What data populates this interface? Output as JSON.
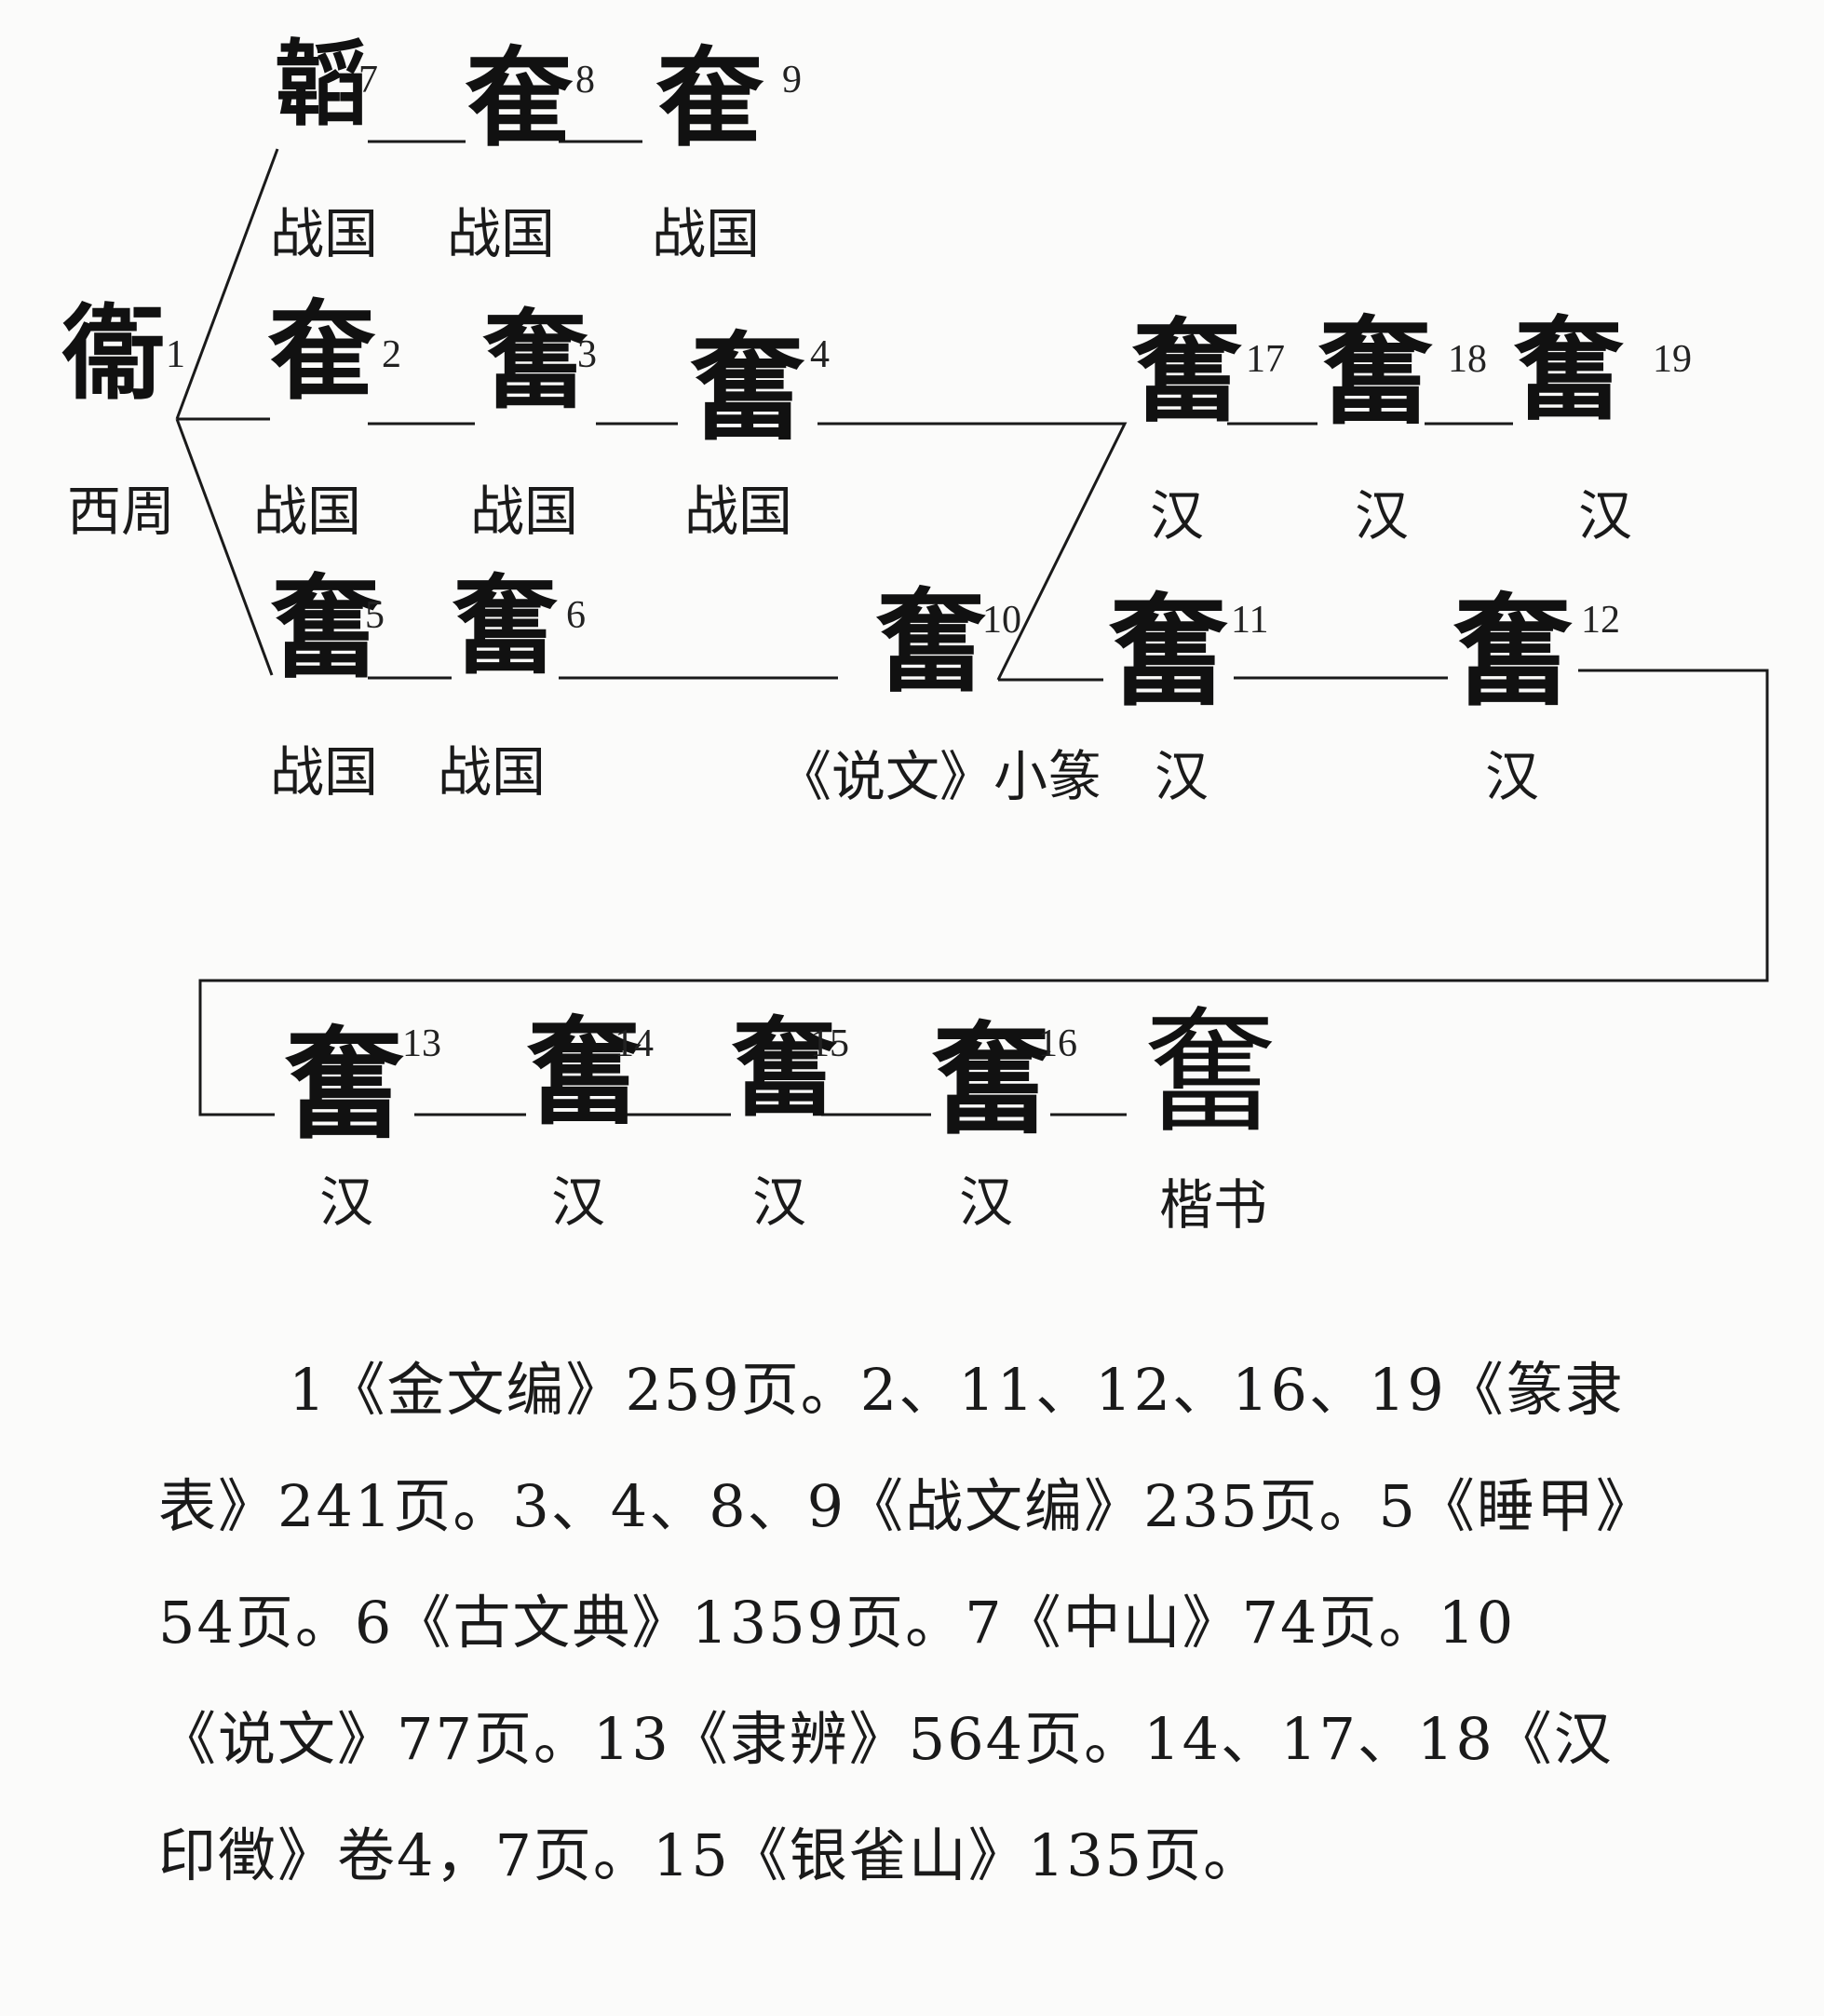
{
  "glyphs": [
    {
      "id": "1",
      "char": "衞",
      "era": "西周"
    },
    {
      "id": "2",
      "char": "奞",
      "era": "战国"
    },
    {
      "id": "3",
      "char": "奮",
      "era": "战国"
    },
    {
      "id": "4",
      "char": "奮",
      "era": "战国"
    },
    {
      "id": "5",
      "char": "奮",
      "era": "战国"
    },
    {
      "id": "6",
      "char": "奮",
      "era": "战国"
    },
    {
      "id": "7",
      "char": "韜",
      "era": "战国"
    },
    {
      "id": "8",
      "char": "奞",
      "era": "战国"
    },
    {
      "id": "9",
      "char": "奞",
      "era": "战国"
    },
    {
      "id": "10",
      "char": "奮",
      "era": "《说文》小篆"
    },
    {
      "id": "11",
      "char": "奮",
      "era": "汉"
    },
    {
      "id": "12",
      "char": "奮",
      "era": "汉"
    },
    {
      "id": "13",
      "char": "奮",
      "era": "汉"
    },
    {
      "id": "14",
      "char": "奮",
      "era": "汉"
    },
    {
      "id": "15",
      "char": "奮",
      "era": "汉"
    },
    {
      "id": "16",
      "char": "奮",
      "era": "汉"
    },
    {
      "id": "17",
      "char": "奮",
      "era": "汉"
    },
    {
      "id": "18",
      "char": "奮",
      "era": "汉"
    },
    {
      "id": "19",
      "char": "奮",
      "era": "汉"
    },
    {
      "id": "final",
      "char": "奮",
      "era": "楷书"
    }
  ],
  "notes": [
    "1《金文编》259页。2、11、12、16、19《篆隶表》241页。3、4、8、9《战文编》235页。5《睡甲》54页。6《古文典》1359页。7《中山》74页。10《说文》77页。13《隶辨》564页。14、17、18《汉印徵》卷4，7页。15《银雀山》135页。"
  ]
}
